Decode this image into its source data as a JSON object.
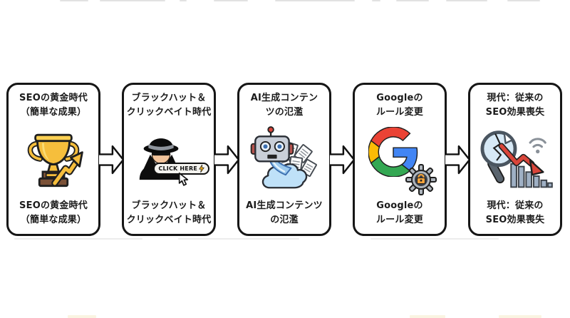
{
  "diagram": {
    "description_theme": "SEO history flow diagram",
    "stages": [
      {
        "icon": "trophy-growth-icon",
        "top_lines": [
          "SEOの黄金時代",
          "（簡単な成果）"
        ],
        "bottom_lines": [
          "SEOの黄金時代",
          "（簡単な成果）"
        ]
      },
      {
        "icon": "spy-clickbait-icon",
        "top_lines": [
          "ブラックハット＆",
          "クリックベイト時代"
        ],
        "bottom_lines": [
          "ブラックハット＆",
          "クリックベイト時代"
        ],
        "click_button_label": "CLICK HERE"
      },
      {
        "icon": "robot-content-flood-icon",
        "top_lines": [
          "AI生成コンテン",
          "ツの氾濫"
        ],
        "bottom_lines": [
          "AI生成コンテンツ",
          "の氾濫"
        ]
      },
      {
        "icon": "google-rule-change-icon",
        "top_lines": [
          "Googleの",
          "ルール変更"
        ],
        "bottom_lines": [
          "Googleの",
          "ルール変更"
        ]
      },
      {
        "icon": "broken-magnifier-decline-icon",
        "top_lines": [
          "現代：従来の",
          "SEO効果喪失"
        ],
        "bottom_lines": [
          "現代：従来の",
          "SEO効果喪失"
        ]
      }
    ],
    "colors": {
      "box_border": "#161616",
      "text": "#1b1b1b",
      "trophy_gold": "#f6be3c",
      "base_brown": "#7b5137",
      "google_blue": "#4285F4",
      "google_red": "#EA4335",
      "google_yellow": "#FBBC05",
      "google_green": "#34A853",
      "decline_red": "#d9453a",
      "cloud_blue": "#bfe1f8",
      "robot_gray": "#c9cfd8",
      "gear_gray": "#aeb5bd",
      "lock_orange": "#f2a33c"
    }
  }
}
